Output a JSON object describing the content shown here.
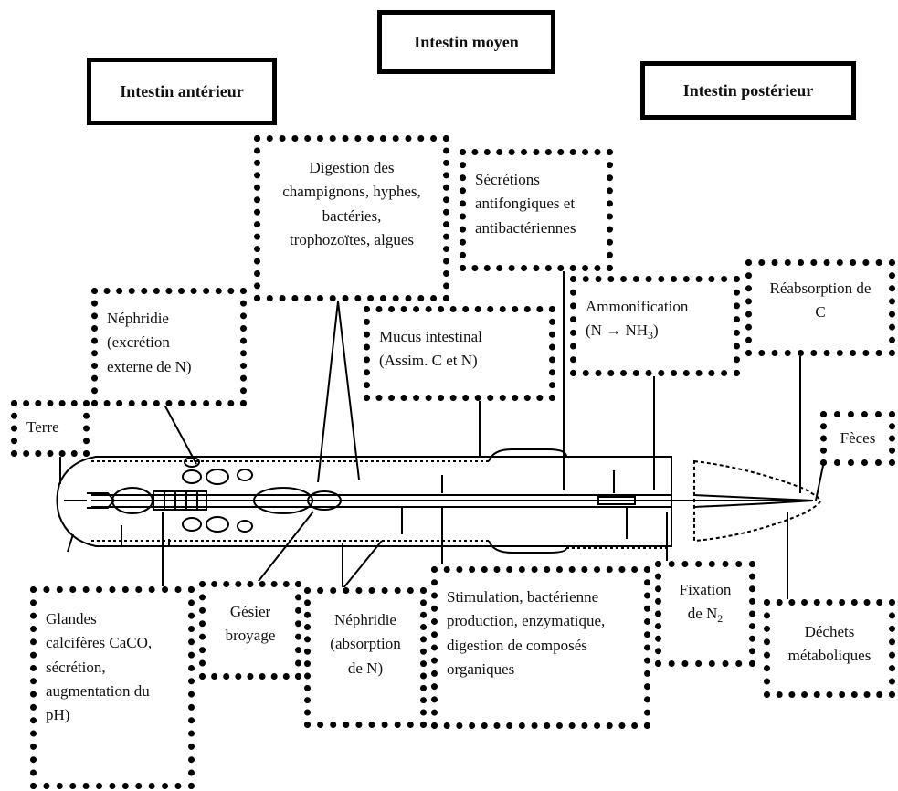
{
  "headers": {
    "anterior": "Intestin antérieur",
    "middle": "Intestin moyen",
    "posterior": "Intestin postérieur"
  },
  "boxes": {
    "digestion": [
      "Digestion des",
      "champignons, hyphes,",
      "bactéries,",
      "trophozoïtes, algues"
    ],
    "secretions": [
      "Sécrétions",
      "antifongiques et",
      "antibactériennes"
    ],
    "reabsorption": [
      "Réabsorption de",
      "C"
    ],
    "nephridie_ext": [
      "Néphridie",
      "(excrétion",
      "externe de N)"
    ],
    "mucus": [
      "Mucus intestinal",
      "(Assim. C et N)"
    ],
    "ammonification": {
      "line1": "Ammonification",
      "line2_pre": "(N → NH",
      "line2_sub": "3",
      "line2_post": ")"
    },
    "terre": "Terre",
    "feces": "Fèces",
    "glandes": [
      "Glandes",
      "calcifères CaCO,",
      "sécrétion,",
      "augmentation du",
      "pH)"
    ],
    "gesier": [
      "Gésier",
      "broyage"
    ],
    "nephridie_abs": [
      "Néphridie",
      "(absorption",
      "de N)"
    ],
    "stimulation": [
      "Stimulation, bactérienne",
      "production, enzymatique,",
      "digestion de composés",
      "organiques"
    ],
    "fixation": {
      "line1": "Fixation",
      "line2_pre": "de N",
      "line2_sub": "2"
    },
    "dechets": [
      "Déchets",
      "métaboliques"
    ]
  }
}
